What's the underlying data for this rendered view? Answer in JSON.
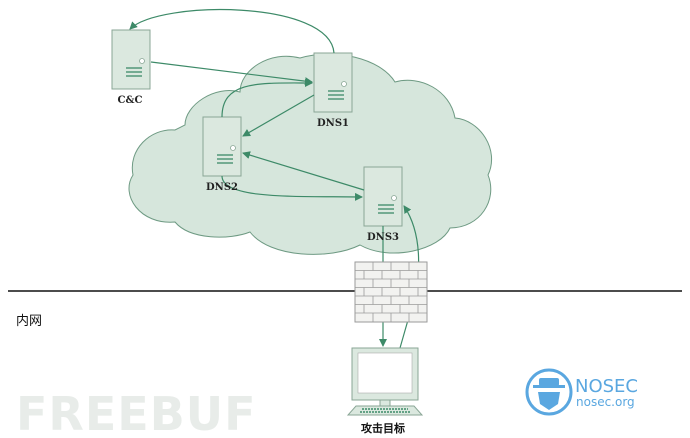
{
  "nodes": {
    "cc": "C&C",
    "dns1": "DNS1",
    "dns2": "DNS2",
    "dns3": "DNS3",
    "target": "攻击目标"
  },
  "zone_label": "内网",
  "watermarks": {
    "freebuf": "FREEBUF",
    "nosec_title": "NOSEC",
    "nosec_url": "nosec.org"
  },
  "colors": {
    "arrow": "#3d8a68",
    "server_fill": "#dbe8df",
    "cloud_fill": "#d6e6dc",
    "nosec": "#5aa7e0"
  }
}
